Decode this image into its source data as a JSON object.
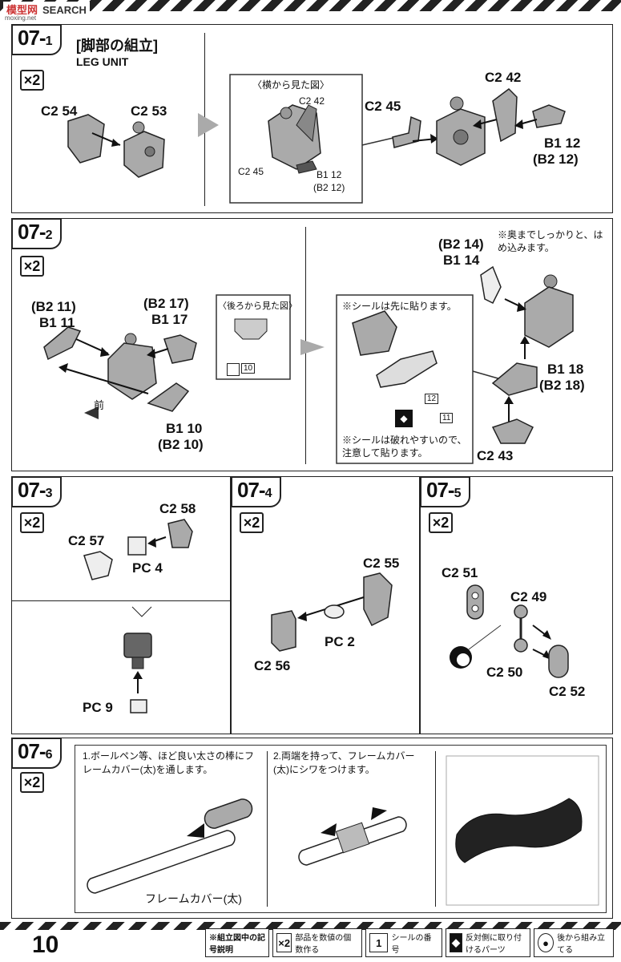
{
  "watermark": {
    "logo": "模型网",
    "search": "SEARCH",
    "site": "moxing.net"
  },
  "s07_1": {
    "step": "07",
    "sub": "1",
    "title_jp": "[脚部の組立]",
    "title_en": "LEG UNIT",
    "qty": "×2",
    "labels": {
      "c2_54": "C2 54",
      "c2_53": "C2 53",
      "c2_45": "C2 45",
      "c2_42": "C2 42",
      "b1_12": "B1 12",
      "b2_12": "(B2 12)"
    },
    "inset": {
      "title": "〈横から見た図〉",
      "c2_42": "C2 42",
      "c2_45": "C2 45",
      "b1_12": "B1 12",
      "b2_12": "(B2 12)"
    }
  },
  "s07_2": {
    "step": "07",
    "sub": "2",
    "qty": "×2",
    "labels": {
      "b2_11": "(B2 11)",
      "b1_11": "B1 11",
      "b2_17": "(B2 17)",
      "b1_17": "B1 17",
      "b1_10": "B1 10",
      "b2_10": "(B2 10)",
      "front": "前",
      "b2_14": "(B2 14)",
      "b1_14": "B1 14",
      "b1_18": "B1 18",
      "b2_18": "(B2 18)",
      "c2_43": "C2 43"
    },
    "inset_back": {
      "title": "〈後ろから見た図〉",
      "seal": "10"
    },
    "note_top": "※奥までしっかりと、はめ込みます。",
    "inset_seal": {
      "note1": "※シールは先に貼ります。",
      "seal12": "12",
      "seal11": "11",
      "note2": "※シールは破れやすいので、注意して貼ります。"
    }
  },
  "s07_3": {
    "step": "07",
    "sub": "3",
    "qty": "×2",
    "labels": {
      "c2_58": "C2 58",
      "c2_57": "C2 57",
      "pc4": "PC 4",
      "pc9": "PC 9"
    }
  },
  "s07_4": {
    "step": "07",
    "sub": "4",
    "qty": "×2",
    "labels": {
      "c2_55": "C2 55",
      "pc2": "PC 2",
      "c2_56": "C2 56"
    }
  },
  "s07_5": {
    "step": "07",
    "sub": "5",
    "qty": "×2",
    "labels": {
      "c2_51": "C2 51",
      "c2_49": "C2 49",
      "c2_50": "C2 50",
      "c2_52": "C2 52"
    }
  },
  "s07_6": {
    "step": "07",
    "sub": "6",
    "qty": "×2",
    "instr1": "1.ボールペン等、ほど良い太さの棒にフレームカバー(太)を通します。",
    "instr2": "2.両端を持って、フレームカバー(太)にシワをつけます。",
    "part": "フレームカバー(太)"
  },
  "footer": {
    "page": "10",
    "legend_title": "※組立図中の記号説明",
    "items": [
      {
        "sym": "×2",
        "text": "部品を数値の個数作る"
      },
      {
        "sym": "1",
        "text": "シールの番号"
      },
      {
        "sym": "◆",
        "text": "反対側に取り付けるパーツ"
      },
      {
        "sym": "●",
        "text": "後から組み立てる"
      }
    ]
  }
}
